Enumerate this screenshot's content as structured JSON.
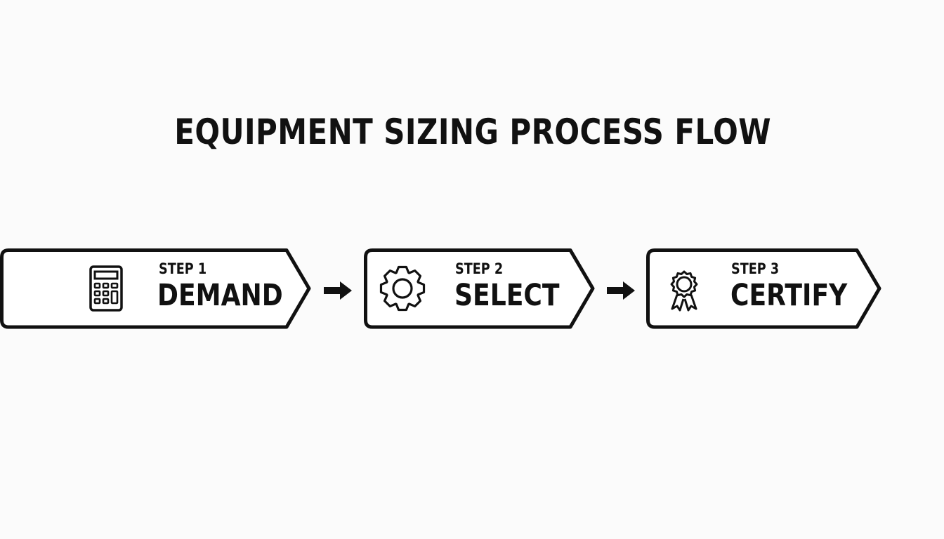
{
  "title": "EQUIPMENT SIZING PROCESS FLOW",
  "steps": [
    {
      "step_label": "STEP 1",
      "name": "DEMAND",
      "icon": "calculator-icon"
    },
    {
      "step_label": "STEP 2",
      "name": "SELECT",
      "icon": "gear-icon"
    },
    {
      "step_label": "STEP 3",
      "name": "CERTIFY",
      "icon": "award-ribbon-icon"
    }
  ],
  "connectors": [
    {
      "icon": "arrow-right-icon"
    },
    {
      "icon": "arrow-right-icon"
    }
  ],
  "colors": {
    "background": "#fbfbfb",
    "stroke": "#111111",
    "fill": "#ffffff"
  }
}
